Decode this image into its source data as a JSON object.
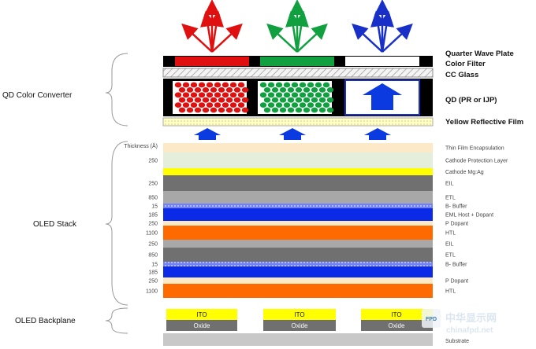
{
  "colors": {
    "red": "#e01010",
    "green": "#10a040",
    "blue": "#1830c8",
    "black": "#000000",
    "yellow": "#ffff00",
    "orange": "#ff6a00",
    "gray": "#8c8c8c",
    "lightgray": "#c8c8c8",
    "beige": "#fbe9c8",
    "palegreen": "#e4eedb",
    "arrowblue": "#0a3ae0"
  },
  "left_labels": {
    "qd_converter": "QD Color Converter",
    "oled_stack": "OLED Stack",
    "oled_backplane": "OLED Backplane"
  },
  "qd_labels": {
    "quarter_wave_plate": "Quarter Wave Plate",
    "color_filter": "Color Filter",
    "cc_glass": "CC Glass",
    "qd": "QD (PR or IJP)",
    "yellow_reflective_film": "Yellow Reflective Film"
  },
  "thickness_header": "Thickness (Å)",
  "stack_layers": [
    {
      "name": "Thin Film Encapsulation",
      "thickness": "",
      "color": "#fbe9c8"
    },
    {
      "name": "Cathode Protection Layer",
      "thickness": "250",
      "color": "#e4eedb"
    },
    {
      "name": "Cathode Mg:Ag",
      "thickness": "",
      "color": "#ffff00"
    },
    {
      "name": "EIL",
      "thickness": "250",
      "color": "#707070"
    },
    {
      "name": "ETL",
      "thickness": "850",
      "color": "#a8a8a8"
    },
    {
      "name": "B- Buffer",
      "thickness": "15",
      "color": "#8090ff"
    },
    {
      "name": "EML Host + Dopant",
      "thickness": "185",
      "color": "#0a2ae8"
    },
    {
      "name": "P Dopant",
      "thickness": "250",
      "color": "#fbe9c8"
    },
    {
      "name": "HTL",
      "thickness": "1100",
      "color": "#ff6a00"
    },
    {
      "name": "EIL",
      "thickness": "250",
      "color": "#a8a8a8"
    },
    {
      "name": "ETL",
      "thickness": "850",
      "color": "#707070"
    },
    {
      "name": "B- Buffer",
      "thickness": "15",
      "color": "#8090ff"
    },
    {
      "name": "",
      "thickness": "185",
      "color": "#0a2ae8"
    },
    {
      "name": "P Dopant",
      "thickness": "250",
      "color": "#fbe9c8"
    },
    {
      "name": "HTL",
      "thickness": "1100",
      "color": "#ff6a00"
    }
  ],
  "backplane": {
    "ito": "ITO",
    "oxide": "Oxide",
    "substrate": "Substrate"
  },
  "watermark": {
    "logo_text": "FPD",
    "cn": "中华显示网",
    "url": "chinafpd.net"
  }
}
